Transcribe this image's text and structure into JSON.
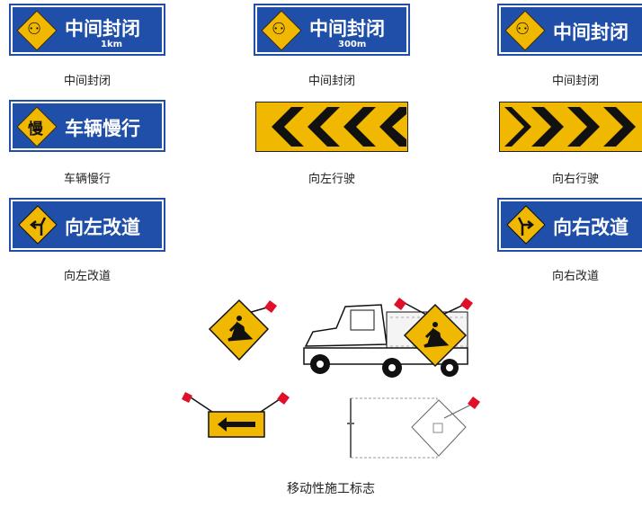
{
  "signs": [
    {
      "text": "中间封闭",
      "sub": "1km",
      "caption": "中间封闭"
    },
    {
      "text": "中间封闭",
      "sub": "300m",
      "caption": "中间封闭"
    },
    {
      "text": "中间封闭",
      "sub": "",
      "caption": "中间封闭"
    },
    {
      "text": "车辆慢行",
      "glyph": "慢",
      "caption": "车辆慢行"
    },
    {
      "caption": "向左行驶"
    },
    {
      "caption": "向右行驶"
    },
    {
      "text": "向左改道",
      "caption": "向左改道"
    },
    {
      "text": "向右改道",
      "caption": "向右改道"
    }
  ],
  "bottom_caption": "移动性施工标志",
  "colors": {
    "blue": "#1f4fa8",
    "amber": "#f0b800",
    "red": "#e0102a"
  }
}
